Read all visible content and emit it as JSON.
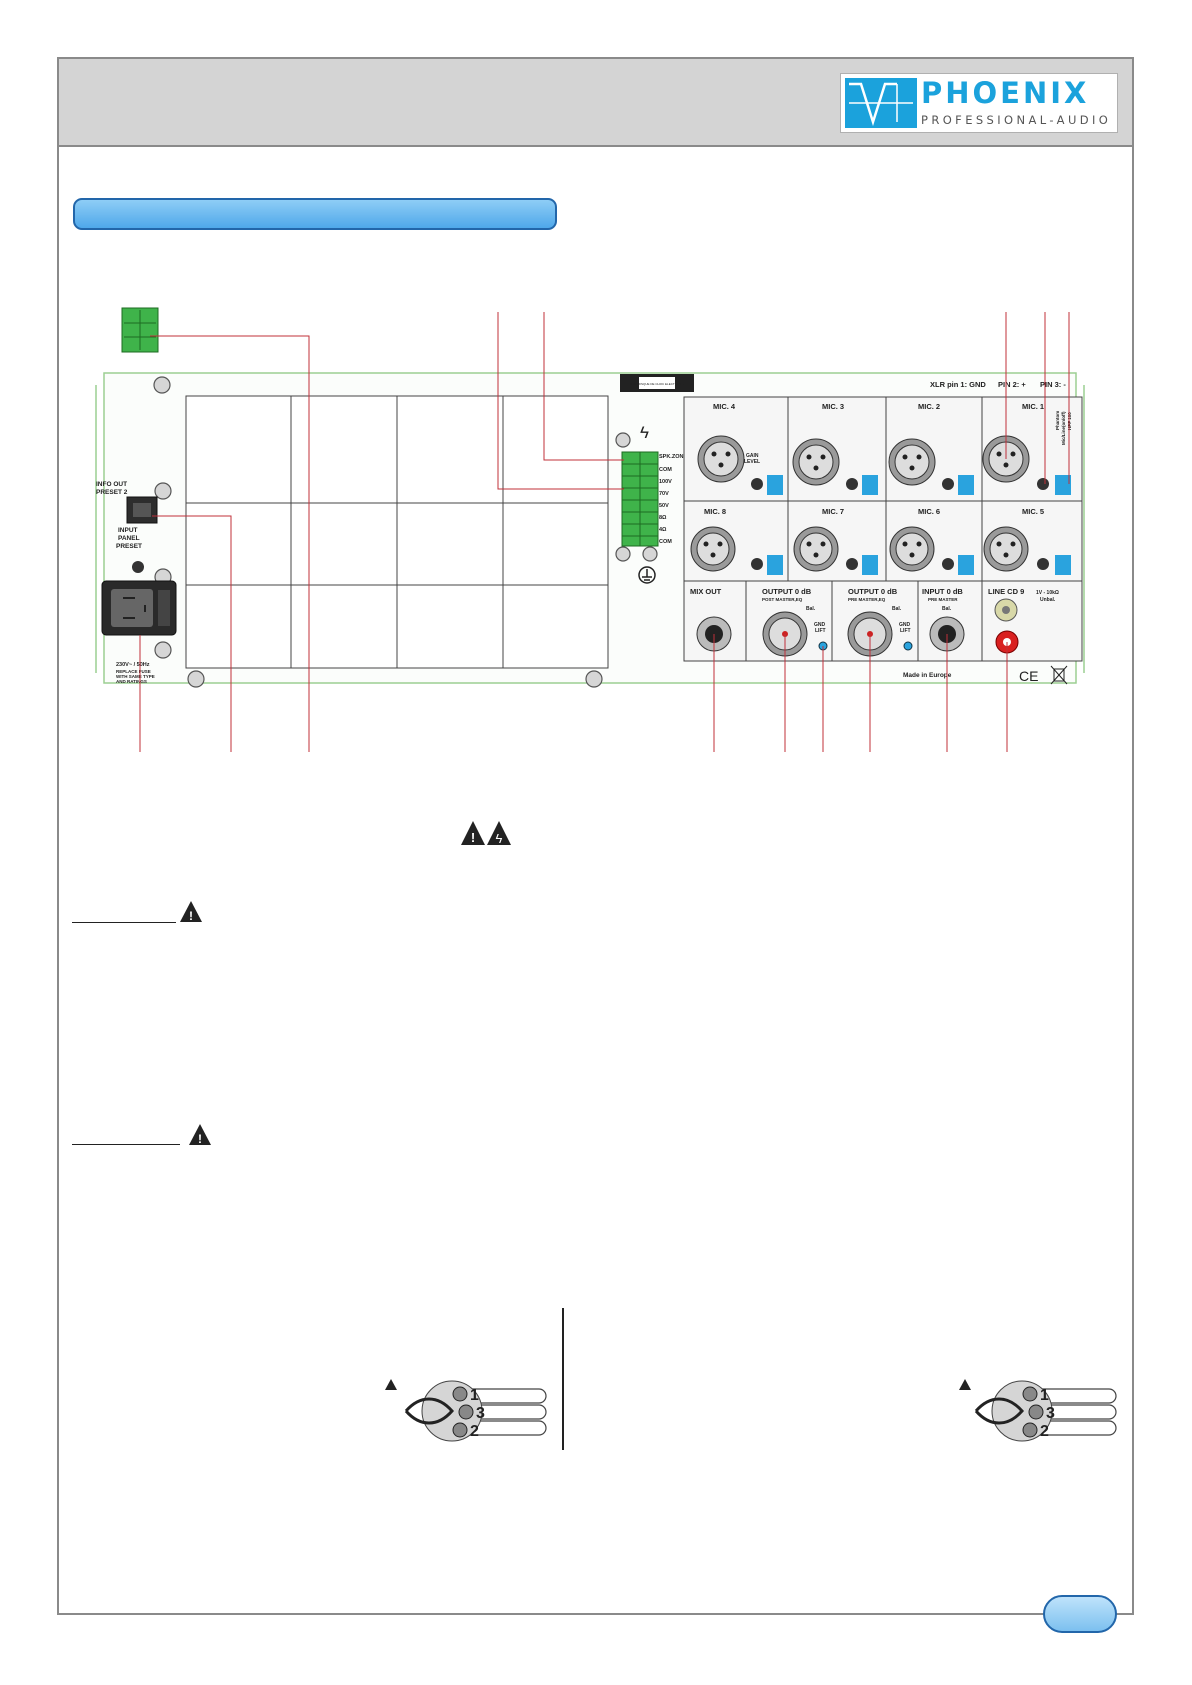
{
  "logo": {
    "word": "PHOENIX",
    "sub": "PROFESSIONAL-AUDIO"
  },
  "panel": {
    "warning_plate": "AVIS: RISQUE DE CHOC ELECTRIQUE",
    "xlr_pin1": "XLR pin 1: GND",
    "xlr_pin2": "PIN 2: +",
    "xlr_pin3": "PIN 3: -",
    "info_out": "INFO OUT",
    "preset2": "PRESET 2",
    "input_panel": "INPUT",
    "panel_word": "PANEL",
    "preset_word": "PRESET",
    "power_voltage": "230V~ / 50Hz",
    "fuse_1": "REPLACE FUSE",
    "fuse_2": "WITH SAME TYPE",
    "fuse_3": "AND RATINGS",
    "terminal_labels": [
      "SPK.ZONE OUT",
      "COM",
      "100V",
      "70V",
      "50V",
      "8Ω",
      "4Ω",
      "COM"
    ],
    "mics": [
      "MIC. 4",
      "MIC. 3",
      "MIC. 2",
      "MIC. 1",
      "MIC. 8",
      "MIC. 7",
      "MIC. 6",
      "MIC. 5"
    ],
    "gain_1": "GAIN",
    "gain_2": "LEVEL",
    "phantom": "Phantom",
    "mic_line": "Mic/Line(on/off)",
    "hpf": "HPF 100",
    "mix_out": "MIX OUT",
    "out_post": "OUTPUT 0 dB",
    "out_post_sub": "POST MASTER,EQ",
    "out_pre": "OUTPUT 0 dB",
    "out_pre_sub": "PRE MASTER,EQ",
    "bal": "Bal.",
    "gnd": "GND",
    "lift": "LIFT",
    "input0": "INPUT 0 dB",
    "input0_sub": "PRE MASTER",
    "line_cd": "LINE CD 9",
    "line_cd_spec": "1V - 10kΩ",
    "unbal": "Unbal.",
    "made_in": "Made in Europe",
    "ce": "CE"
  },
  "connector_pins": [
    "1",
    "3",
    "2"
  ]
}
